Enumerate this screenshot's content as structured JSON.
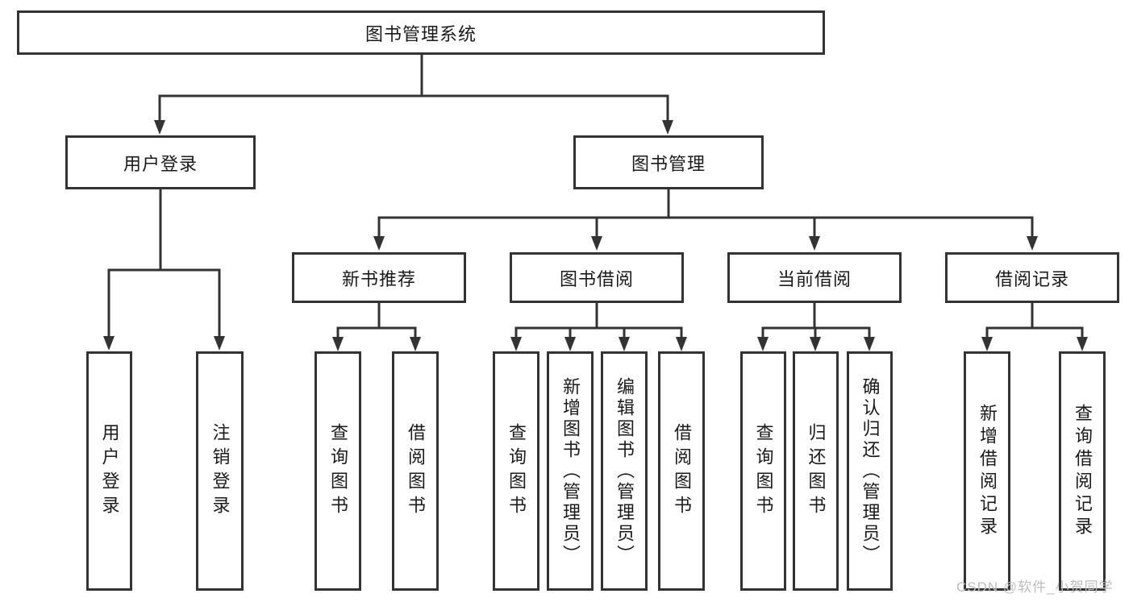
{
  "diagram": {
    "title": "图书管理系统",
    "root": {
      "label": "图书管理系统"
    },
    "level1": {
      "user_login": {
        "label": "用户登录"
      },
      "book_management": {
        "label": "图书管理"
      }
    },
    "level2": {
      "new_book_recommend": {
        "label": "新书推荐"
      },
      "book_borrowing": {
        "label": "图书借阅"
      },
      "current_borrowing": {
        "label": "当前借阅"
      },
      "borrow_records": {
        "label": "借阅记录"
      }
    },
    "leaves": {
      "user": [
        "用户登录",
        "注销登录"
      ],
      "newbook": [
        "查询图书",
        "借阅图书"
      ],
      "borrow": [
        "查询图书",
        "新增图书（管理员）",
        "编辑图书（管理员）",
        "借阅图书"
      ],
      "current": [
        "查询图书",
        "归还图书",
        "确认归还（管理员）"
      ],
      "records": [
        "新增借阅记录",
        "查询借阅记录"
      ]
    },
    "colors": {
      "line": "#333333",
      "text": "#1a1a1a",
      "background": "#ffffff",
      "watermark": "#bdbdbd"
    }
  },
  "watermark": {
    "text": "CSDN @软件_小贺同学"
  }
}
